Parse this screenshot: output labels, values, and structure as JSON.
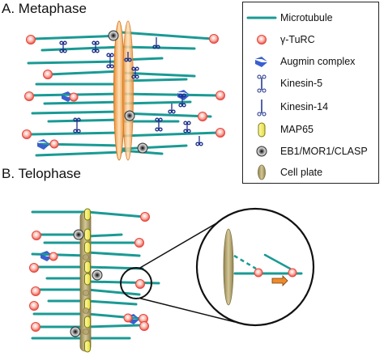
{
  "panels": {
    "a_title": "A. Metaphase",
    "b_title": "B. Telophase"
  },
  "legend": {
    "items": [
      {
        "label": "Microtubule",
        "icon": "microtubule-icon"
      },
      {
        "label": "γ-TuRC",
        "icon": "gamma-turc-icon"
      },
      {
        "label": "Augmin complex",
        "icon": "augmin-complex-icon"
      },
      {
        "label": "Kinesin-5",
        "icon": "kinesin-5-icon"
      },
      {
        "label": "Kinesin-14",
        "icon": "kinesin-14-icon"
      },
      {
        "label": "MAP65",
        "icon": "map65-icon"
      },
      {
        "label": "EB1/MOR1/CLASP",
        "icon": "eb1-mor1-clasp-icon"
      },
      {
        "label": "Cell plate",
        "icon": "cell-plate-icon"
      }
    ]
  },
  "colors": {
    "microtubule": "#1a9a94",
    "turc_outer": "#e8453c",
    "turc_inner": "#f7b3a8",
    "augmin": "#3a5fcf",
    "kinesin": "#1c2f8a",
    "map65_fill": "#f4ef6a",
    "map65_stroke": "#8a8a1a",
    "eb1_outer": "#333333",
    "cell_plate": "#b6a773",
    "spindle_orange": "#f0a457",
    "arrow_orange": "#f08a2a"
  }
}
